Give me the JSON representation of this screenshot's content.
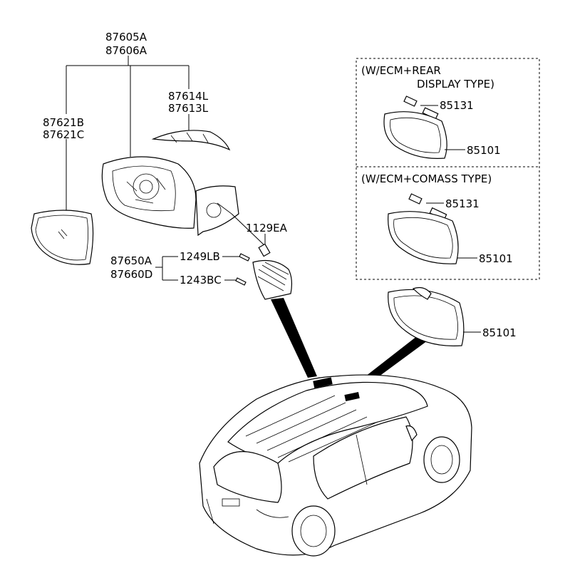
{
  "callouts": {
    "outside_mirror_assy": [
      "87605A",
      "87606A"
    ],
    "mirror_glass": [
      "87621B",
      "87621C"
    ],
    "side_repeater_cover": [
      "87614L",
      "87613L"
    ],
    "screw_1129": "1129EA",
    "inside_cover": [
      "87650A",
      "87660D"
    ],
    "screw_1249": "1249LB",
    "screw_1243": "1243BC"
  },
  "options": [
    {
      "title_lines": [
        "(W/ECM+REAR",
        "DISPLAY TYPE)"
      ],
      "wire_part": "85131",
      "mirror_part": "85101"
    },
    {
      "title_lines": [
        "(W/ECM+COMASS TYPE)"
      ],
      "wire_part": "85131",
      "mirror_part": "85101"
    }
  ],
  "standard_inside_mirror": "85101"
}
